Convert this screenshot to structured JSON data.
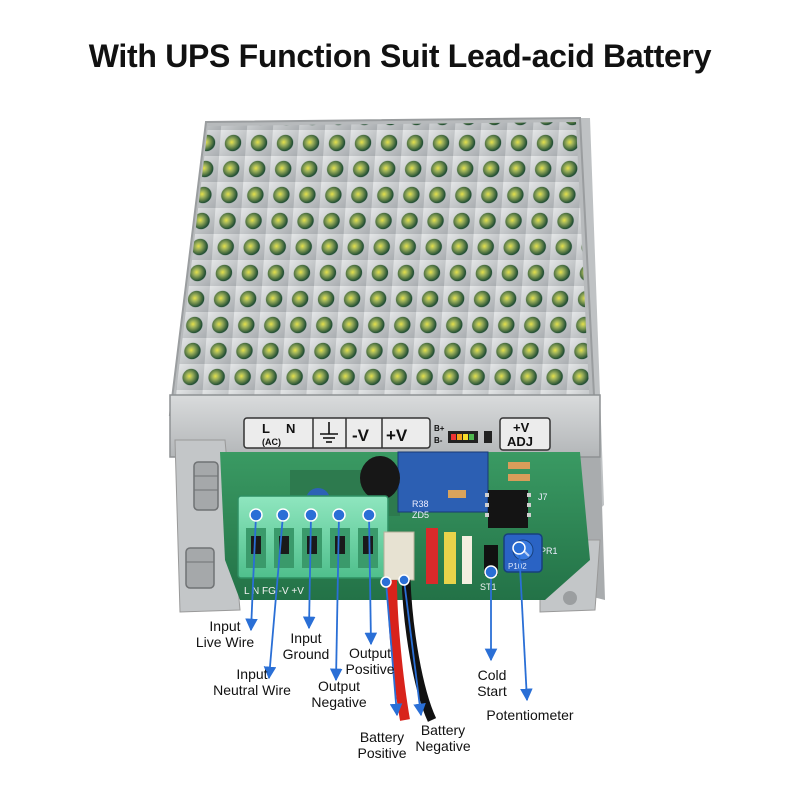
{
  "headline": "With UPS Function Suit Lead-acid Battery",
  "panel": {
    "terminal_l": "L",
    "terminal_n": "N",
    "terminal_ac": "(AC)",
    "terminal_minus_v": "-V",
    "terminal_plus_v": "+V",
    "battery_plus": "B+",
    "battery_minus": "B-",
    "adj_top": "+V",
    "adj_bottom": "ADJ"
  },
  "board": {
    "terminal_print": "L  N  FG  -V  +V",
    "pot_print": "P102",
    "st_print": "ST1",
    "r38": "R38",
    "zd5": "ZD5",
    "j7": "J7",
    "pr1": "PR1"
  },
  "labels": {
    "input_live_wire": [
      "Input",
      "Live Wire"
    ],
    "input_ground": [
      "Input",
      "Ground"
    ],
    "output_positive": [
      "Output",
      "Positive"
    ],
    "input_neutral_wire": [
      "Input",
      "Neutral Wire"
    ],
    "output_negative": [
      "Output",
      "Negative"
    ],
    "cold_start": [
      "Cold",
      "Start"
    ],
    "potentiometer": [
      "Potentiometer"
    ],
    "battery_positive": [
      "Battery",
      "Positive"
    ],
    "battery_negative": [
      "Battery",
      "Negative"
    ]
  },
  "colors": {
    "callout_blue": "#2a6fd6",
    "pcb_green": "#2f8a55",
    "terminal_green": "#6fd7a8",
    "metal": "#c9ccce",
    "wire_red": "#d8231b",
    "wire_black": "#111111"
  }
}
